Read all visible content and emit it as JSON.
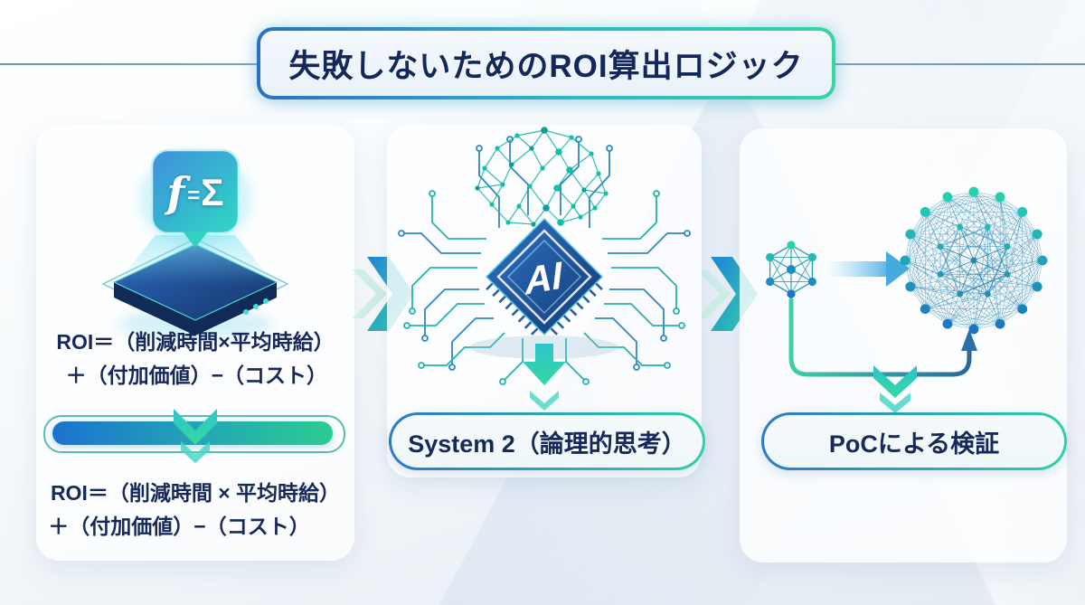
{
  "page": {
    "title_banner": "失敗しないためのROI算出ロジック"
  },
  "left_panel": {
    "badge": {
      "f": "f",
      "eq": "=",
      "sigma": "Σ"
    },
    "formula_top": {
      "line1": "ROI＝（削減時間×平均時給）",
      "line2": "＋（付加価値）−（コスト）"
    },
    "formula_bottom": {
      "line1": "ROI＝（削減時間 × 平均時給）",
      "line2": "＋（付加価値）−（コスト）"
    }
  },
  "middle_panel": {
    "chip_label": "AI",
    "caption": "System 2（論理的思考）"
  },
  "right_panel": {
    "caption": "PoCによる検証"
  },
  "colors": {
    "navy_text": "#16295a",
    "accent_blue": "#1e7ad0",
    "accent_teal": "#2bd0a2",
    "accent_cyan": "#35c8d8",
    "line_blue": "#4d86ad",
    "pale_chevron": "#cfeee8"
  }
}
